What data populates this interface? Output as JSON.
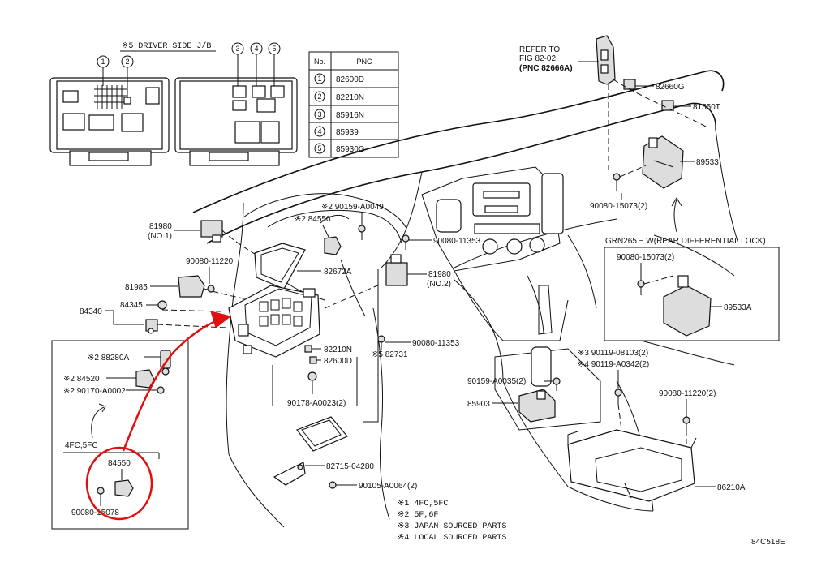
{
  "driver_jb_title": "※5 DRIVER SIDE J/B",
  "circle_refs": [
    "1",
    "2",
    "3",
    "4",
    "5"
  ],
  "pnc_table": {
    "headers": [
      "No.",
      "PNC"
    ],
    "rows": [
      {
        "no": "1",
        "pnc": "82600D"
      },
      {
        "no": "2",
        "pnc": "82210N"
      },
      {
        "no": "3",
        "pnc": "85916N"
      },
      {
        "no": "4",
        "pnc": "85939"
      },
      {
        "no": "5",
        "pnc": "85930G"
      }
    ]
  },
  "refer": {
    "line1": "REFER TO",
    "line2": "FIG 82-02",
    "line3": "(PNC 82666A)"
  },
  "labels": {
    "p82660G": "82660G",
    "p81550T": "81550T",
    "p89533": "89533",
    "p90080_15073_2": "90080-15073(2)",
    "p81980_no1": "81980",
    "p81980_no1_sub": "(NO.1)",
    "p90080_11220": "90080-11220",
    "p81985": "81985",
    "p84340": "84340",
    "p84345": "84345",
    "p90159_A0049": "※2 90159-A0049",
    "p84550_top": "※2 84550",
    "p90080_11353_top": "90080-11353",
    "p82672A": "82672A",
    "p81980_no2": "81980",
    "p81980_no2_sub": "(NO.2)",
    "p88280A": "※2 88280A",
    "p84520": "※2 84520",
    "p90170": "※2 90170-A0002",
    "p82210N": "82210N",
    "p82600D": "82600D",
    "p82731": "※5 82731",
    "p90080_11353_mid": "90080-11353",
    "p90178": "90178-A0023(2)",
    "p4fc5fc": "4FC,5FC",
    "p84550_bot": "84550",
    "p90080_15078": "90080-15078",
    "p82715": "82715-04280",
    "p90105": "90105-A0064(2)",
    "p90119_08103": "※3 90119-08103(2)",
    "p90119_A0342": "※4 90119-A0342(2)",
    "p90159_A0035": "90159-A0035(2)",
    "p85903": "85903",
    "p90080_11220_2": "90080-11220(2)",
    "p86210A": "86210A",
    "grn_title": "GRN265 − W(REAR DIFFERENTIAL LOCK)",
    "grn_screw": "90080-15073(2)",
    "grn_part": "89533A"
  },
  "notes": [
    "※1 4FC,5FC",
    "※2 5F,6F",
    "※3 JAPAN SOURCED PARTS",
    "※4 LOCAL SOURCED PARTS"
  ],
  "figure_code": "84C518E",
  "colors": {
    "ink": "#111111",
    "highlight": "#e01010"
  }
}
